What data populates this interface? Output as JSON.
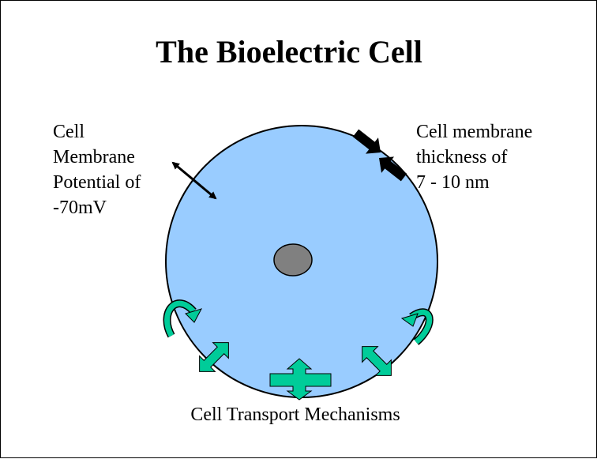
{
  "title": "The Bioelectric Cell",
  "membrane_potential_label": [
    "Cell",
    "Membrane",
    "Potential of",
    "-70mV"
  ],
  "membrane_thickness_label": [
    "Cell membrane",
    "thickness of",
    "7 - 10 nm"
  ],
  "transport_label": "Cell Transport Mechanisms",
  "colors": {
    "cell_fill": "#99ccff",
    "cell_outline": "#000000",
    "nucleus": "#808080",
    "transport_arrow": "#00cc99",
    "background": "#ffffff"
  }
}
